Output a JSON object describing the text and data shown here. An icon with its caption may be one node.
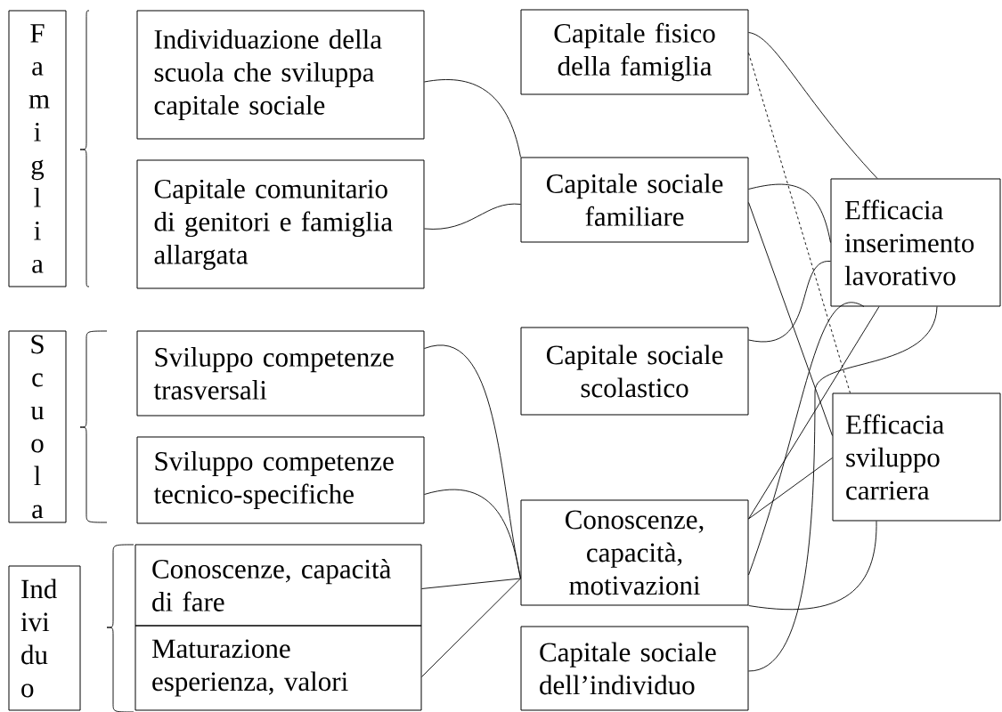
{
  "diagram": {
    "nodes": [
      {
        "text": [
          "F a m i g l i a"
        ]
      },
      {
        "text": [
          "Individuazione della scuola che sviluppa capitale sociale"
        ]
      },
      {
        "text": [
          "Capitale comunitario di genitori e famiglia allargata"
        ]
      },
      {
        "text": [
          "S c u o l a"
        ]
      },
      {
        "text": [
          "Sviluppo competenze trasversali"
        ]
      },
      {
        "text": [
          "Sviluppo competenze tecnico-specifiche"
        ]
      },
      {
        "text": [
          "Ind ivi du o"
        ]
      },
      {
        "text": [
          "Conoscenze, capacità di fare"
        ]
      },
      {
        "text": [
          "Maturazione esperienza, valori"
        ]
      },
      {
        "text": [
          "Capitale fisico della famiglia"
        ]
      },
      {
        "text": [
          "Capitale sociale familiare"
        ]
      },
      {
        "text": [
          "Capitale sociale scolastico"
        ]
      },
      {
        "text": [
          "Conoscenze, capacità, motivazioni"
        ]
      },
      {
        "text": [
          "Capitale sociale dell’individuo"
        ]
      },
      {
        "text": [
          "Efficacia inserimento lavorativo"
        ]
      },
      {
        "text": [
          "Efficacia sviluppo carriera"
        ]
      }
    ],
    "edges": [
      {
        "from": 1,
        "to": 10,
        "arrow": "none"
      },
      {
        "from": 2,
        "to": 10,
        "arrow": "none"
      },
      {
        "from": 4,
        "to": 12,
        "arrow": "none"
      },
      {
        "from": 5,
        "to": 12,
        "arrow": "none"
      },
      {
        "from": 7,
        "to": 12,
        "arrow": "none"
      },
      {
        "from": 8,
        "to": 12,
        "arrow": "none"
      },
      {
        "from": 9,
        "to": 14,
        "arrow": "none"
      },
      {
        "from": 9,
        "to": 15,
        "arrow": "none",
        "style": "dashed"
      },
      {
        "from": 10,
        "to": 14,
        "arrow": "none"
      },
      {
        "from": 10,
        "to": 15,
        "arrow": "none"
      },
      {
        "from": 11,
        "to": 14,
        "arrow": "none"
      },
      {
        "from": 12,
        "to": 14,
        "arrow": "none"
      },
      {
        "from": 12,
        "to": 15,
        "arrow": "none"
      },
      {
        "from": 12,
        "to": 14,
        "arrow": "none"
      },
      {
        "from": 12,
        "to": 15,
        "arrow": "none"
      },
      {
        "from": 13,
        "to": 14,
        "arrow": "none"
      }
    ]
  }
}
